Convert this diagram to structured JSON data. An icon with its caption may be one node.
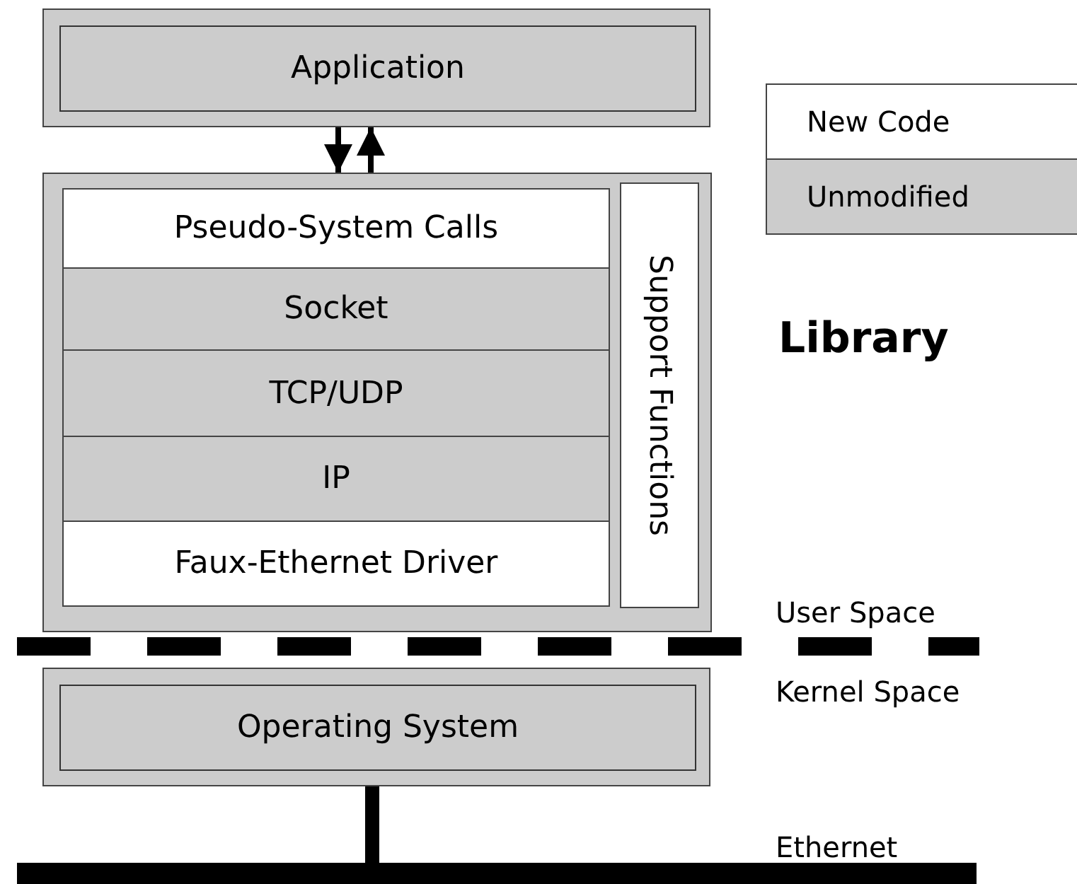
{
  "diagram": {
    "nodes": [
      {
        "text": [
          "Application"
        ]
      },
      {
        "text": [],
        "shape": "box"
      },
      {
        "text": [
          "Pseudo-System Calls"
        ],
        "in": 1
      },
      {
        "text": [
          "Socket"
        ],
        "in": 1
      },
      {
        "text": [
          "TCP/UDP"
        ],
        "in": 1
      },
      {
        "text": [
          "IP"
        ],
        "in": 1
      },
      {
        "text": [
          "Faux-Ethernet Driver"
        ],
        "in": 1
      },
      {
        "text": [
          "Support Functions"
        ],
        "in": 1
      },
      {
        "text": [
          "Operating System"
        ]
      },
      {
        "text": [],
        "shape": "bar",
        "beside": [
          "Ethernet"
        ]
      }
    ],
    "edges": [
      {
        "from": 0,
        "to": 1,
        "arrow": "to"
      },
      {
        "from": 1,
        "to": 0,
        "arrow": "to"
      },
      {
        "from": 8,
        "to": 9,
        "arrow": "none",
        "style": "thick"
      }
    ],
    "labels": [
      "Library",
      "User Space",
      "Kernel Space"
    ],
    "legend": [
      {
        "text": "New Code",
        "color": "#ffffff"
      },
      {
        "text": "Unmodified",
        "color": "#cccccc"
      }
    ]
  }
}
